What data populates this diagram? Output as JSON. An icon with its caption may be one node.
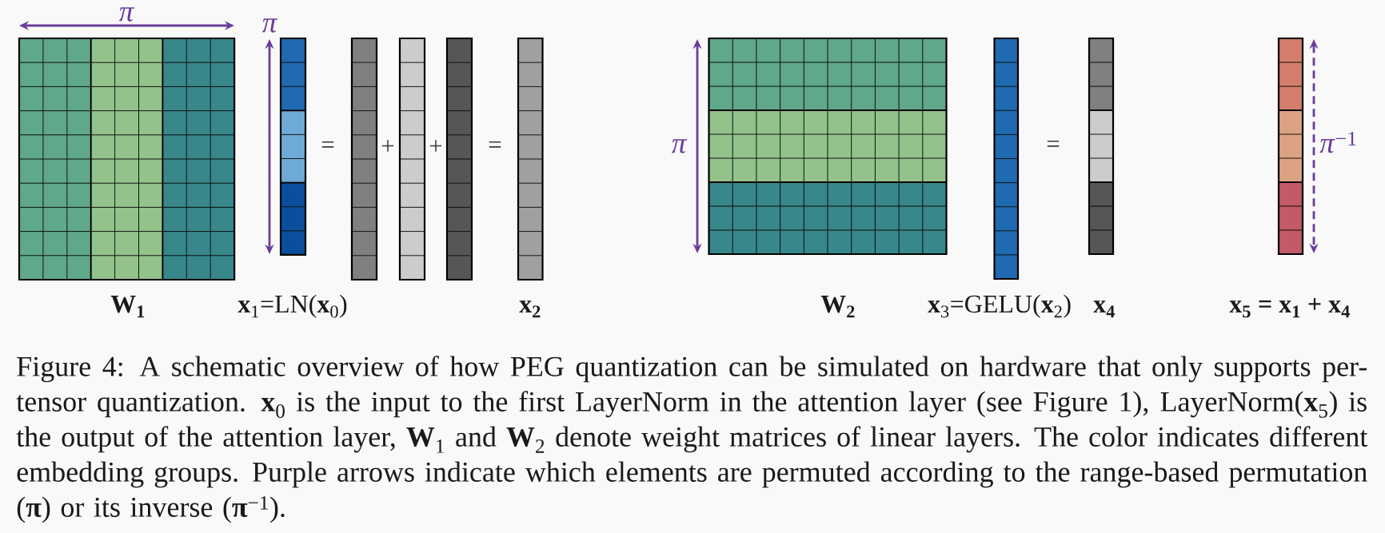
{
  "diagram": {
    "caption": "Figure 4: A schematic overview of how PEG quantization can be simulated on hardware that only supports per-tensor quantization. **x**$_{0}$ is the input to the first LayerNorm in the attention layer (see Figure 1), LayerNorm(**x**$_{5}$) is the output of the attention layer, **W**$_{1}$ and **W**$_{2}$ denote weight matrices of linear layers. The color indicates different embedding groups. Purple arrows indicate which elements are permuted according to the range-based permutation (**π**) or its inverse (**π**$^{−1}$).",
    "nodes": [
      {
        "text": [
          "W$_{1}$"
        ]
      },
      {
        "text": [
          "**x**$_{1}$=LN(**x**$_{0}$)"
        ]
      },
      {
        "text": [],
        "shape": "bar"
      },
      {
        "text": [],
        "shape": "bar"
      },
      {
        "text": [],
        "shape": "bar"
      },
      {
        "text": [
          "x$_{2}$"
        ]
      },
      {
        "text": [
          "W$_{2}$"
        ]
      },
      {
        "text": [
          "**x**$_{3}$=GELU(**x**$_{2}$)"
        ]
      },
      {
        "text": [
          "x$_{4}$"
        ]
      },
      {
        "text": [
          "x$_{5}$ = x$_{1}$ + x$_{4}$"
        ]
      }
    ],
    "labels": [
      "π",
      "π",
      "=",
      "+",
      "+",
      "=",
      "π",
      "=",
      "*π*$^{−1}$"
    ]
  }
}
